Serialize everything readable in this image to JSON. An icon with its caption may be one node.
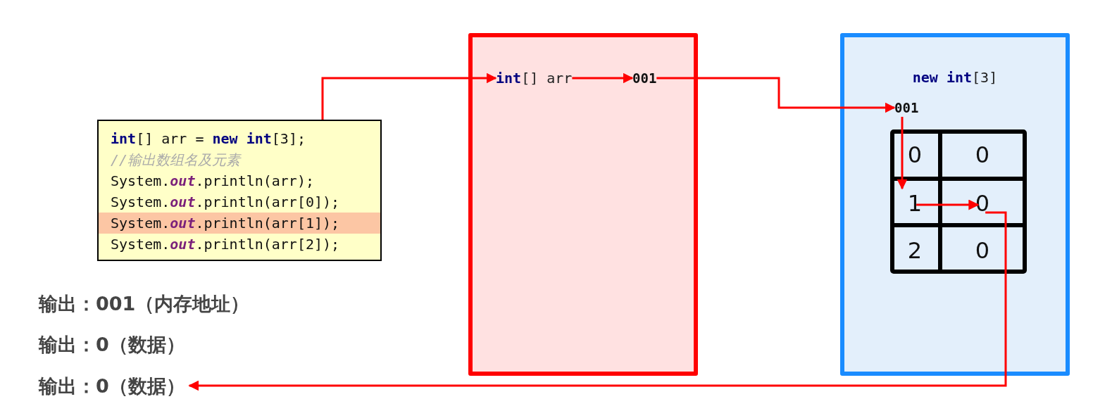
{
  "diagram": {
    "nodes": [
      {
        "text": [
          "**int**[] arr = **new** **int**[3];",
          "//输出数组名及元素",
          "System.*out*.println(arr);",
          "System.*out*.println(arr[0]);",
          "System.*out*.println(arr[1]);",
          "System.*out*.println(arr[2]);"
        ]
      },
      {
        "text": [],
        "shape": "box"
      },
      {
        "text": [
          "**int**[] arr"
        ],
        "in": 1
      },
      {
        "text": [
          "001"
        ],
        "in": 1
      },
      {
        "text": [
          "**new** **int**[3]"
        ]
      },
      {
        "text": [
          "001"
        ],
        "in": 4
      },
      {
        "text": [
          "0"
        ],
        "in": 4
      },
      {
        "text": [
          "0"
        ],
        "in": 4
      },
      {
        "text": [
          "1"
        ],
        "in": 4
      },
      {
        "text": [
          "0"
        ],
        "in": 4
      },
      {
        "text": [
          "2"
        ],
        "in": 4
      },
      {
        "text": [
          "0"
        ],
        "in": 4
      },
      {
        "text": [
          "输出：001（内存地址）"
        ]
      },
      {
        "text": [
          "输出：0（数据）"
        ]
      },
      {
        "text": [
          "输出：0（数据）"
        ]
      }
    ],
    "edges": [
      {
        "from": 0,
        "to": 2,
        "arrow": "to"
      },
      {
        "from": 2,
        "to": 3,
        "arrow": "to"
      },
      {
        "from": 3,
        "to": 5,
        "arrow": "to"
      },
      {
        "from": 5,
        "to": 8,
        "arrow": "to"
      },
      {
        "from": 8,
        "to": 9,
        "arrow": "to"
      },
      {
        "from": 9,
        "to": 14,
        "arrow": "to"
      }
    ]
  }
}
